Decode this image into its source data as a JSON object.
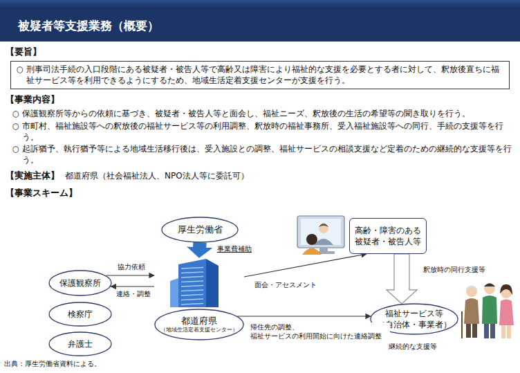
{
  "diagram": {
    "title": "被疑者等支援業務（概要）",
    "caption": "出典：厚生労働省資料による。",
    "nodes": [
      {
        "text": [
          "○ 刑事司法手続の入口段階にある被疑者・被告人等で高齢又は障害により福祉的な支援を必要とする者に対して、釈放後直ちに福祉サービス等を利用できるようにするため、地域生活定着支援センターが支援を行う。"
        ]
      },
      {
        "text": [
          "厚生労働省"
        ]
      },
      {
        "text": [
          "高齢・障害のある 被疑者・被告人等"
        ]
      },
      {
        "text": [
          "保護観察所"
        ]
      },
      {
        "text": [
          "都道府県",
          "（地域生活定着支援センター）"
        ]
      },
      {
        "text": [
          "検察庁"
        ]
      },
      {
        "text": [
          "弁護士"
        ]
      },
      {
        "text": [
          "福祉サービス等 （自治体・事業者）"
        ]
      }
    ],
    "edges": [
      {
        "from": 1,
        "to": 4,
        "label": "事業費補助",
        "arrow": "to"
      },
      {
        "from": 3,
        "to": 4,
        "label": "協力依頼",
        "arrow": "to"
      },
      {
        "from": 4,
        "to": 3,
        "label": "連絡・調整",
        "arrow": "to"
      },
      {
        "from": 4,
        "to": 2,
        "label": "面会・アセスメント",
        "arrow": "to"
      },
      {
        "from": 4,
        "to": 7,
        "label": "帰住先の調整、 福祉サービスの利用開始に向けた連絡調整",
        "arrow": "to"
      },
      {
        "from": 2,
        "to": 7,
        "label": "釈放時の同行支援等",
        "arrow": "to"
      }
    ],
    "labels": [
      "【要旨】",
      "【事業内容】",
      "○ 保護観察所等からの依頼に基づき、被疑者・被告人等と面会し、福祉ニーズ、釈放後の生活の希望等の聞き取りを行う。",
      "○ 市町村、福祉施設等への釈放後の福祉サービス等の利用調整、釈放時の福祉事務所、受入福祉施設等への同行、手続の支援等を行う。",
      "○ 起訴猶予、執行猶予等による地域生活移行後は、受入施設との調整、福祉サービスの相談支援など定着のための継続的な支援等を行う。",
      "【実施主体】",
      "都道府県（社会福祉法人、NPO法人等に委託可）",
      "【事業スキーム】",
      "継続的な支援等"
    ]
  }
}
